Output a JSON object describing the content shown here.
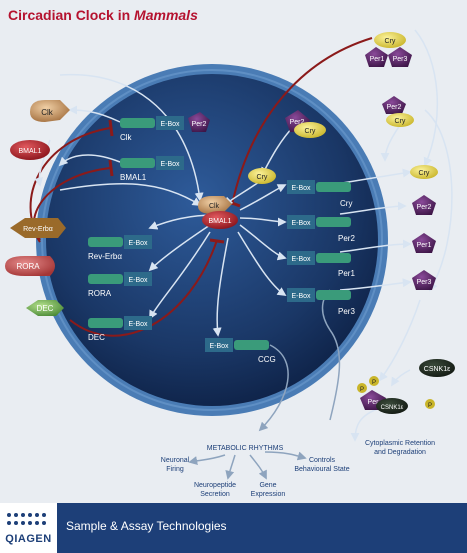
{
  "title": {
    "prefix": "Circadian Clock in ",
    "organism": "Mammals"
  },
  "proteins": {
    "clk": "Clk",
    "bmal1": "BMAL1",
    "rev_erba": "Rev-Erbα",
    "rora": "RORA",
    "dec": "DEC",
    "per2": "Per2",
    "cry": "Cry",
    "per1": "Per1",
    "per3": "Per3",
    "per": "Per",
    "csnk1e": "CSNK1ε",
    "p": "P"
  },
  "genes": {
    "clk": "Clk",
    "bmal1": "BMAL1",
    "rev_erba": "Rev-Erbα",
    "rora": "RORA",
    "dec": "DEC",
    "cry": "Cry",
    "per2": "Per2",
    "per1": "Per1",
    "per3": "Per3",
    "ccg": "CCG",
    "ebox": "E-Box"
  },
  "outputs": {
    "metabolic": "METABOLIC RHYTHMS",
    "neuronal_1": "Neuronal",
    "neuronal_2": "Firing",
    "neuropeptide_1": "Neuropeptide",
    "neuropeptide_2": "Secretion",
    "gene_1": "Gene",
    "gene_2": "Expression",
    "behav_1": "Controls",
    "behav_2": "Behavioural State",
    "cyto_1": "Cytoplasmic Retention",
    "cyto_2": "and Degradation"
  },
  "footer": {
    "brand": "QIAGEN",
    "tagline": "Sample & Assay Technologies"
  },
  "colors": {
    "title": "#b5122f",
    "nucleus": "#1a3766",
    "cell_ring": "#3a6da5",
    "inhibit": "#8b1a1a",
    "activate": "#d8e4f2",
    "per_protein": "#5a2666",
    "cry_protein": "#e8d84a",
    "clk_protein": "#c99a6a",
    "bmal1_protein": "#b0252c",
    "dec_protein": "#74b35a",
    "rora_protein": "#c0504d",
    "gene_dna": "#3a9b7a",
    "footer": "#1d3f78"
  }
}
